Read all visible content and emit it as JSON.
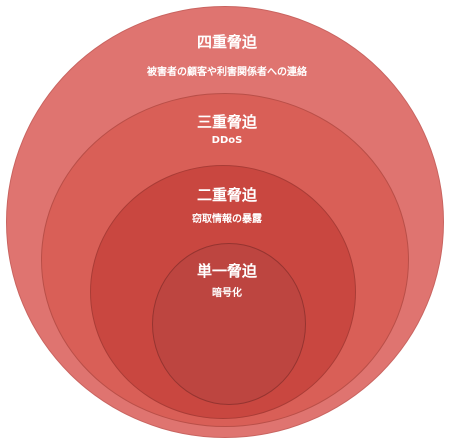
{
  "layers": [
    {
      "title": "四重脅迫",
      "desc": "被害者の顧客や利害関係者への連絡",
      "color": "#df7470"
    },
    {
      "title": "三重脅迫",
      "desc": "DDoS",
      "color": "#d95f57"
    },
    {
      "title": "二重脅迫",
      "desc": "窃取情報の暴露",
      "color": "#c94740"
    },
    {
      "title": "単一脅迫",
      "desc": "暗号化",
      "color": "#bd4540"
    }
  ]
}
